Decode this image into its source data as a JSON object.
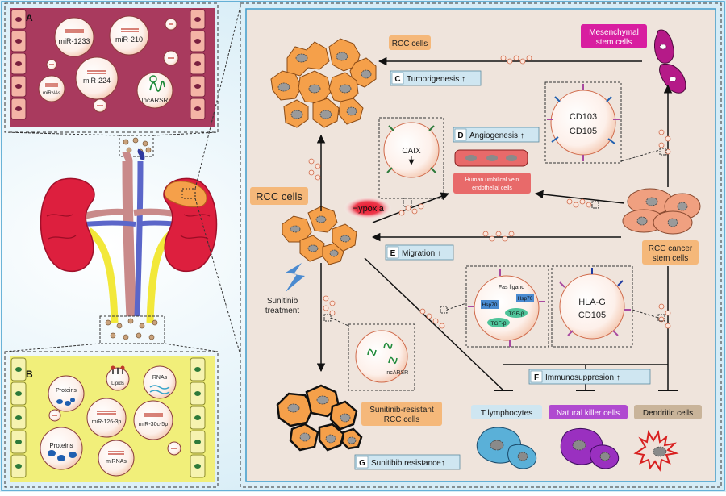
{
  "panel_a": {
    "letter": "A",
    "vesicles": [
      "miR-1233",
      "miR-210",
      "miR-224",
      "miRNAs",
      "lncARSR"
    ]
  },
  "panel_b": {
    "letter": "B",
    "vesicles": [
      "Proteins",
      "Lipids",
      "RNAs",
      "miR-126-3p",
      "miR-30c-5p",
      "Proteins",
      "miRNAs"
    ]
  },
  "main": {
    "rcc_cells_top": "RCC cells",
    "mesenchymal_line1": "Mesenchymal",
    "mesenchymal_line2": "stem cells",
    "rcc_cells_center": "RCC cells",
    "hypoxia": "Hypoxia",
    "sunitinib_line1": "Sunitinib",
    "sunitinib_line2": "treatment",
    "caix": "CAIX",
    "cd103": "CD103",
    "cd105_top": "CD105",
    "huvec_line1": "Human umbilical vein",
    "huvec_line2": "endothelial cells",
    "csc_line1": "RCC cancer",
    "csc_line2": "stem cells",
    "fas_ligand": "Fas ligand",
    "hsp70_a": "Hsp70",
    "hsp70_b": "Hsp70",
    "tgf_a": "TGF-β",
    "tgf_b": "TGF-β",
    "hla_g": "HLA-G",
    "cd105_bottom": "CD105",
    "lncarsr": "lncARSR",
    "resistant_line1": "Sunitinib-resistant",
    "resistant_line2": "RCC cells",
    "t_lymphocytes": "T lymphocytes",
    "nk_cells": "Natural killer cells",
    "dendritic_cells": "Dendritic cells"
  },
  "labels": {
    "c": {
      "letter": "C",
      "text": "Tumorigenesis ↑"
    },
    "d": {
      "letter": "D",
      "text": "Angiogenesis ↑"
    },
    "e": {
      "letter": "E",
      "text": "Migration ↑"
    },
    "f": {
      "letter": "F",
      "text": "Immunosuppresion ↑"
    },
    "g": {
      "letter": "G",
      "text": "Sunitibib resistance↑"
    }
  },
  "colors": {
    "panel_a_bg": "#a93a5e",
    "panel_b_bg": "#f1ef7a",
    "main_bg": "#efe4dc",
    "label_bg": "#cfe6f1",
    "orange_label": "#f5b87a",
    "rcc_cell": "#f5a04a",
    "kidney": "#dd1f3e",
    "mesenchymal": "#d81ea0"
  }
}
